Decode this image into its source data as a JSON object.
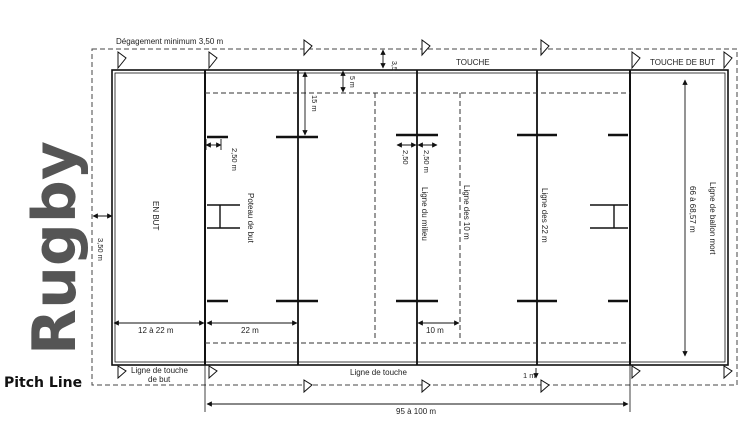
{
  "title": "Rugby",
  "subtitle": "Pitch Line",
  "labels": {
    "clearance": "Dégagement   minimum 3,50 m",
    "clearance_top": "3,5",
    "touch_top": "TOUCHE",
    "touch_goal_top": "TOUCHE DE BUT",
    "five_m": "5 m",
    "fifteen_m": "15 m",
    "two_fifty_left": "2,50 m",
    "two_fifty_mid_a": "2,50",
    "two_fifty_mid_b": "2,50 m",
    "in_goal": "EN BUT",
    "goal_post": "Poteau de but",
    "halfway": "Ligne du milieu",
    "ten_m_line": "Ligne des 10 m",
    "line_22": "Ligne des 22 m",
    "dead_ball": "Ligne de ballon mort",
    "width_dim": "66 à 68,57 m",
    "side_clearance": "3,50 m",
    "in_goal_depth": "12 à 22 m",
    "dim_22": "22 m",
    "dim_10": "10 m",
    "touch_goal_bottom_1": "Ligne de touche",
    "touch_goal_bottom_2": "de but",
    "touch_bottom": "Ligne de touche",
    "one_m": "1 m",
    "length_dim": "95 à 100 m"
  }
}
